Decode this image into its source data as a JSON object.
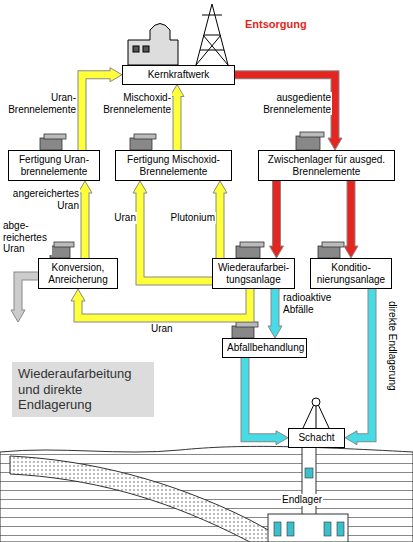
{
  "diagram": {
    "title": "Wiederaufarbeitung und direkte Endlagerung",
    "nodes": [
      {
        "text": [
          "Kernkraftwerk"
        ]
      },
      {
        "text": [
          "Fertigung Uran- brennelemente"
        ]
      },
      {
        "text": [
          "Fertigung Mischoxid- Brennelemente"
        ]
      },
      {
        "text": [
          "Zwischenlager für ausged. Brennelemente"
        ]
      },
      {
        "text": [
          "Konversion, Anreicherung"
        ]
      },
      {
        "text": [
          "Wiederaufarbei- tungsanlage"
        ]
      },
      {
        "text": [
          "Konditio- nierungsanlage"
        ]
      },
      {
        "text": [
          "Abfallbehandlung"
        ]
      },
      {
        "text": [
          "Schacht"
        ]
      }
    ],
    "edges": [
      {
        "from": 0,
        "to": 3,
        "arrow": "to",
        "label": "ausgediente Brennelemente"
      },
      {
        "from": 3,
        "to": 5,
        "arrow": "to"
      },
      {
        "from": 3,
        "to": 6,
        "arrow": "to"
      },
      {
        "from": 1,
        "to": 0,
        "arrow": "to",
        "label": "Uran- Brennelemente"
      },
      {
        "from": 2,
        "to": 0,
        "arrow": "to",
        "label": "Mischoxid- Brennelemente"
      },
      {
        "from": 4,
        "to": 1,
        "arrow": "to",
        "label": "angereichertes Uran"
      },
      {
        "from": 5,
        "to": 2,
        "arrow": "to",
        "label": "Uran"
      },
      {
        "from": 5,
        "to": 2,
        "arrow": "to",
        "label": "Plutonium"
      },
      {
        "from": 5,
        "to": 4,
        "arrow": "to",
        "label": "Uran"
      },
      {
        "from": 5,
        "to": 7,
        "arrow": "to",
        "label": "radioaktive Abfälle"
      },
      {
        "from": 6,
        "to": 8,
        "arrow": "to",
        "label": "direkte Endlagerung"
      },
      {
        "from": 7,
        "to": 8,
        "arrow": "to"
      }
    ],
    "labels": [
      "Entsorgung",
      "abge- reichertes Uran",
      "Endlager"
    ]
  }
}
